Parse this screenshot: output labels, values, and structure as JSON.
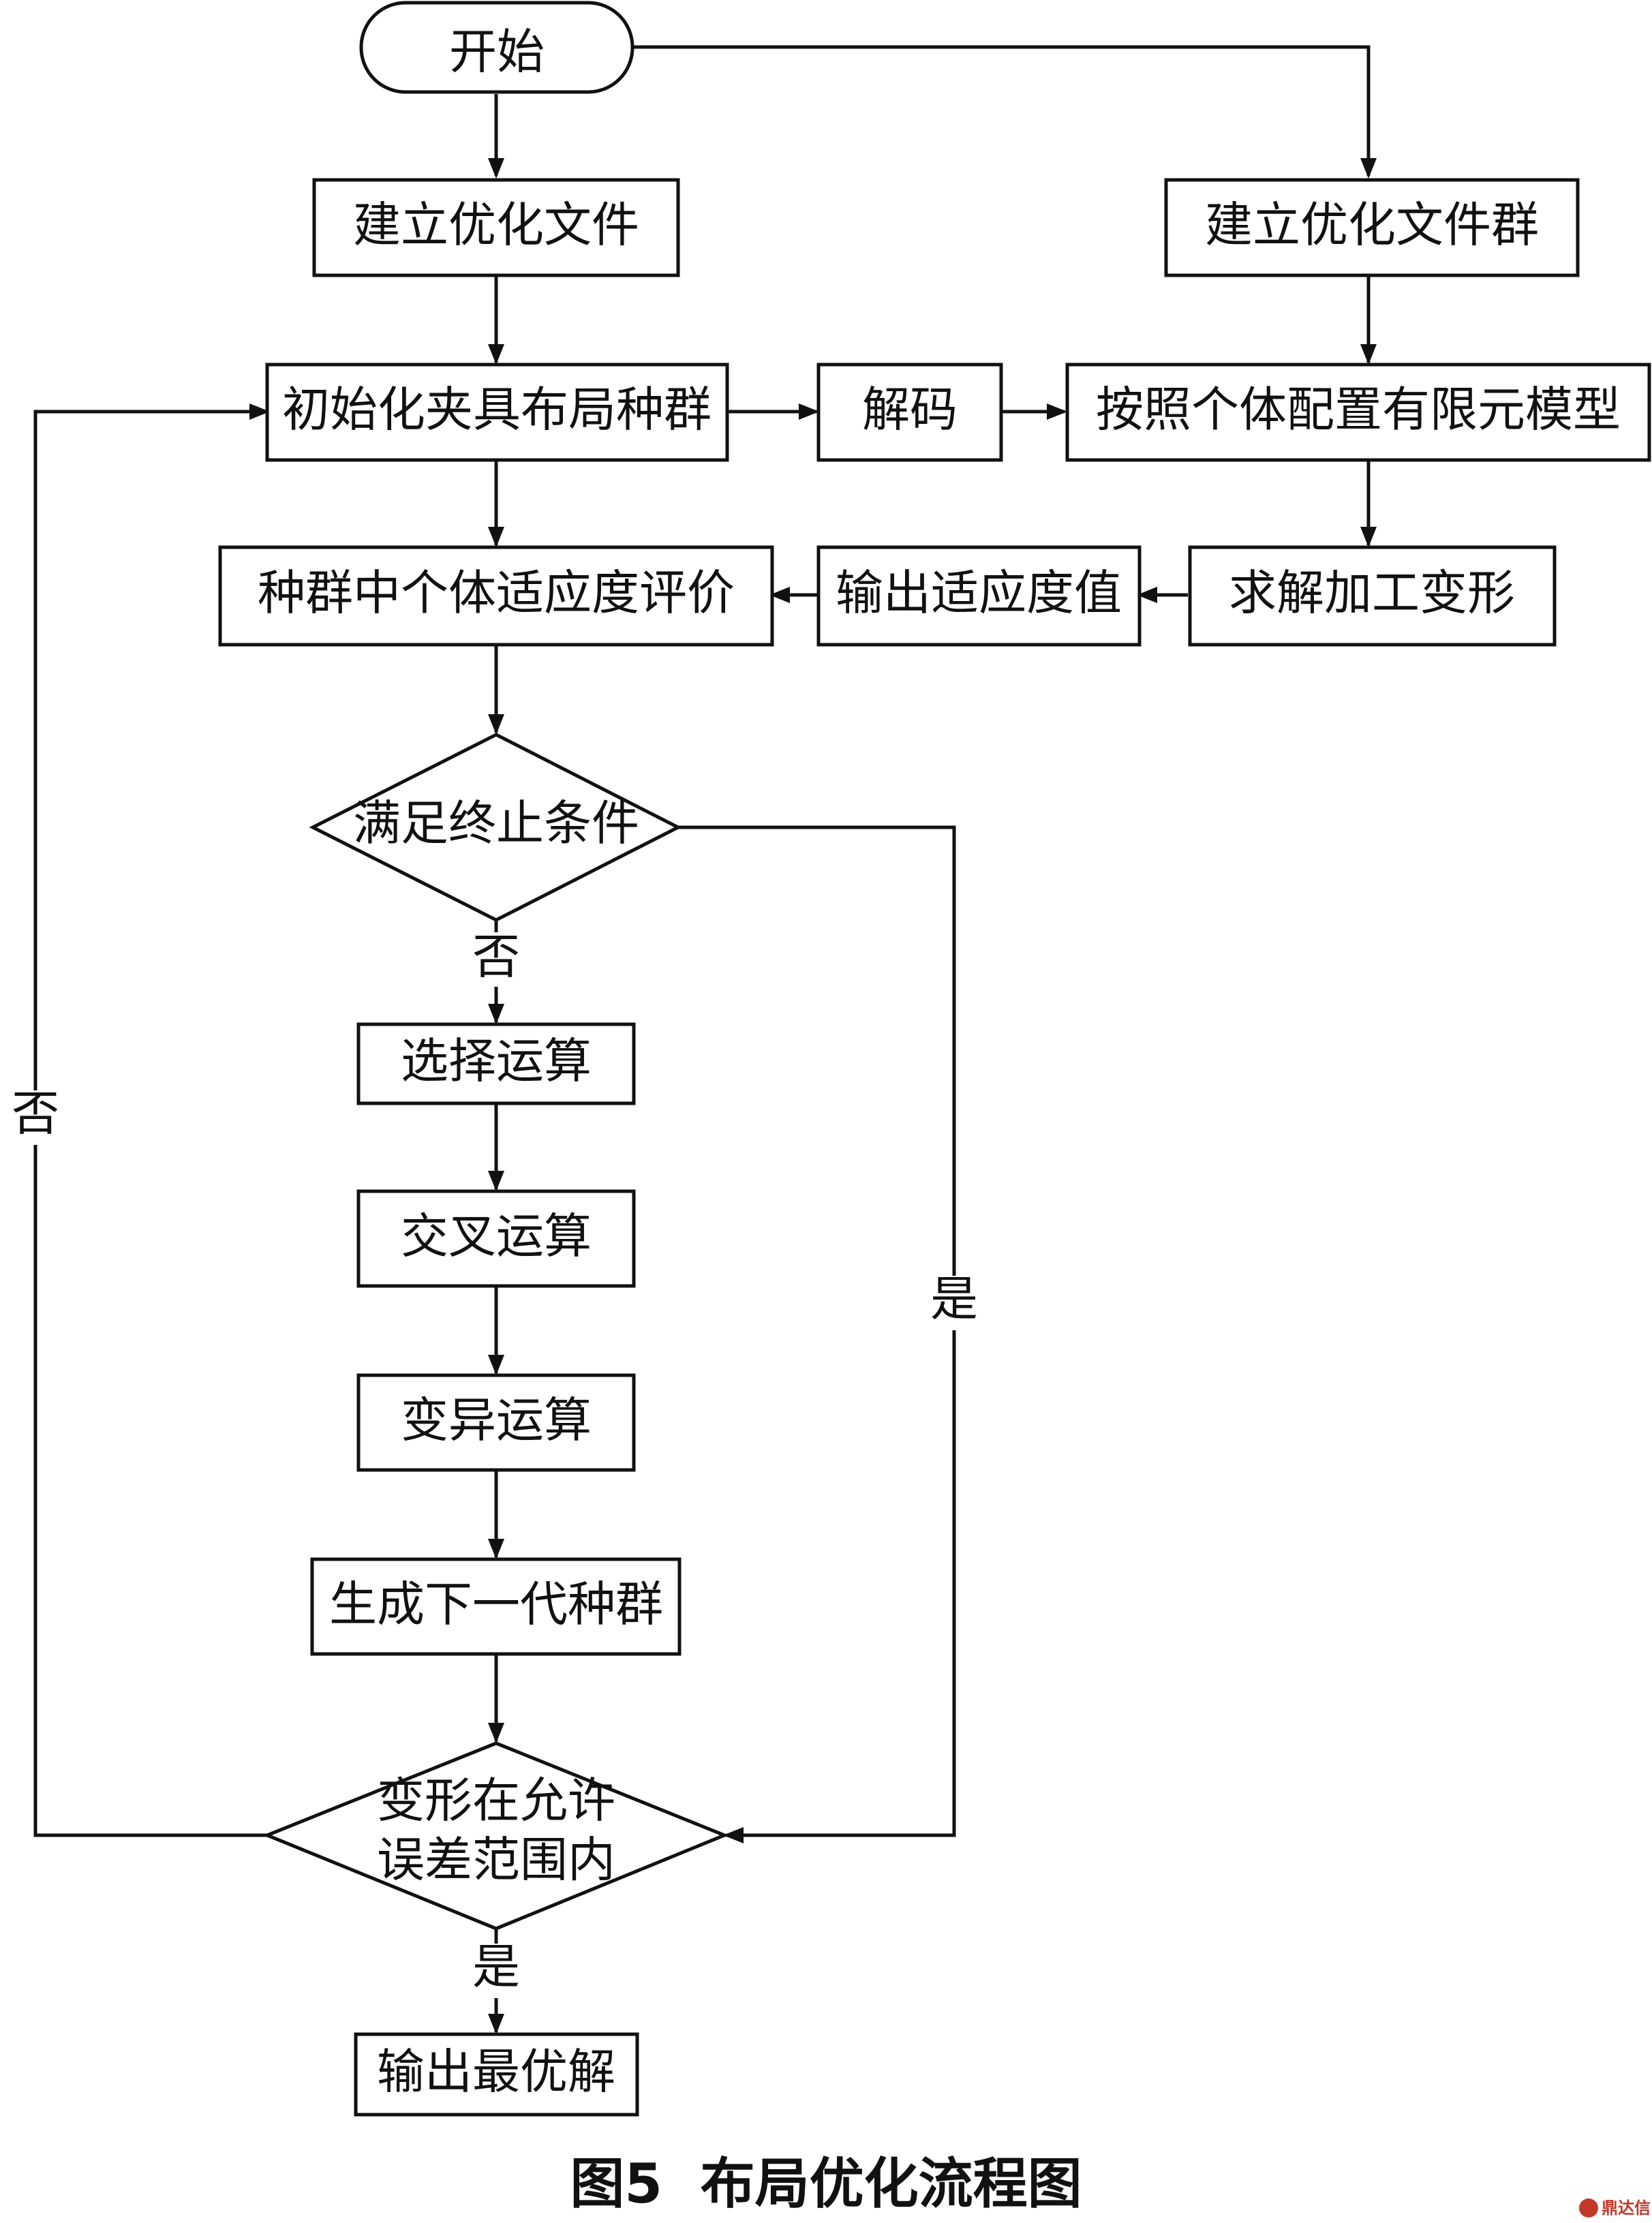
{
  "nodes": {
    "start": "开始",
    "build_file": "建立优化文件",
    "build_file_group": "建立优化文件群",
    "init_population": "初始化夹具布局种群",
    "decode": "解码",
    "fem_model": "按照个体配置有限元模型",
    "fitness_eval": "种群中个体适应度评价",
    "output_fitness": "输出适应度值",
    "solve_deformation": "求解加工变形",
    "stop_condition": "满足终止条件",
    "selection": "选择运算",
    "crossover": "交叉运算",
    "mutation": "变异运算",
    "next_generation": "生成下一代种群",
    "tolerance_line1": "变形在允许",
    "tolerance_line2": "误差范围内",
    "output_best": "输出最优解"
  },
  "edge_labels": {
    "stop_no": "否",
    "stop_yes": "是",
    "tolerance_no": "否",
    "tolerance_yes": "是"
  },
  "caption": "图5  布局优化流程图",
  "watermark": "鼎达信"
}
